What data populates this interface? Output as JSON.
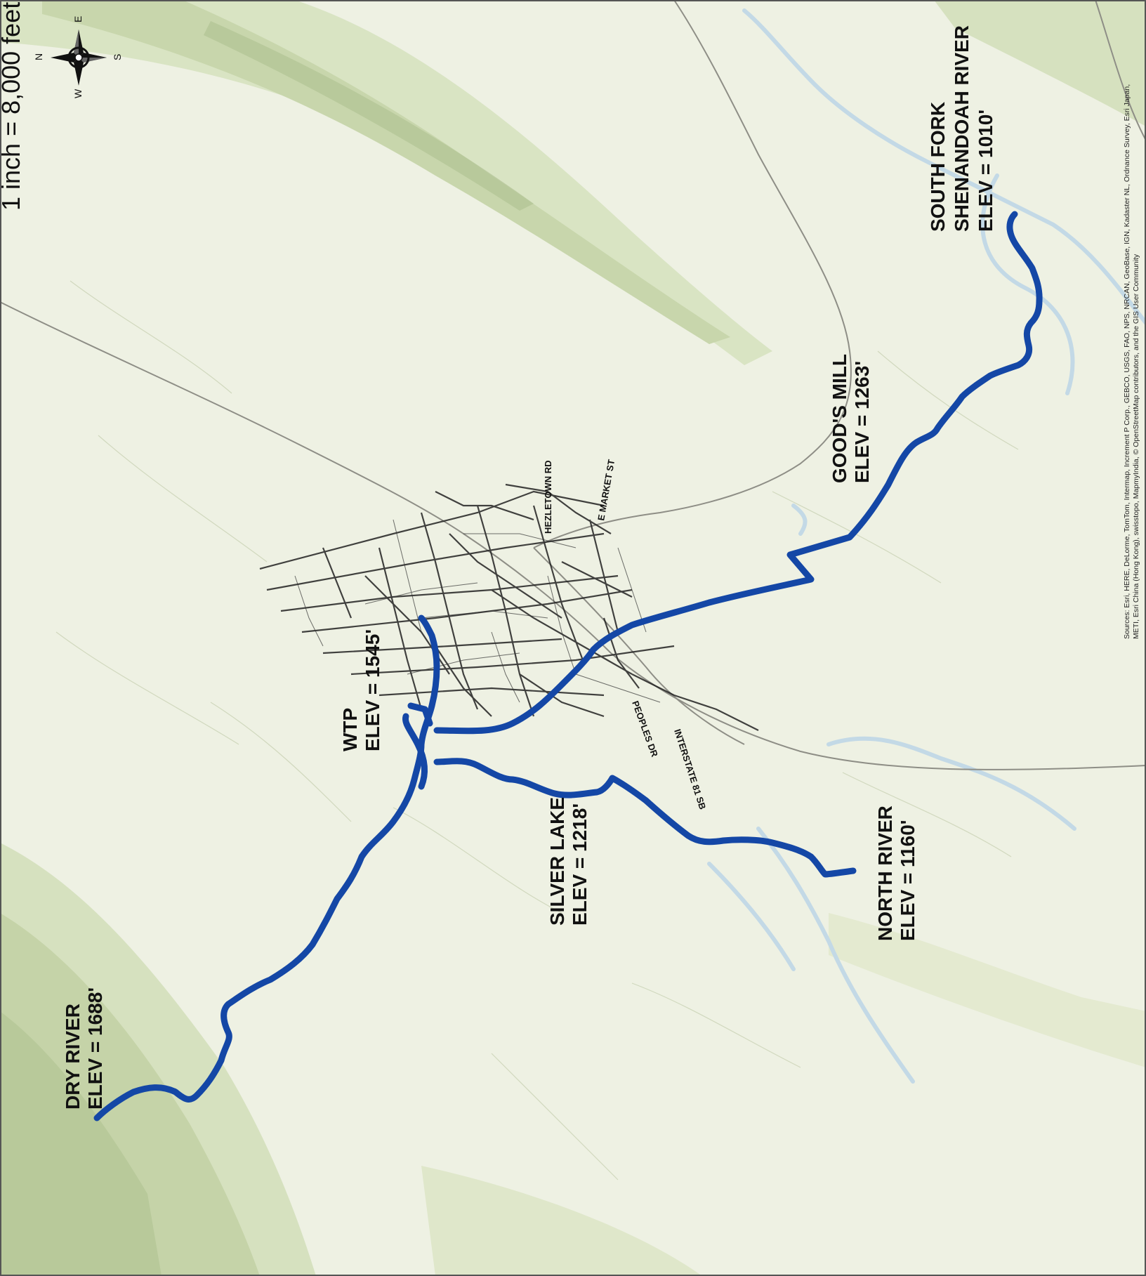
{
  "map": {
    "scale_text": "1 inch = 8,000 feet",
    "compass": {
      "n": "N",
      "e": "E",
      "s": "S",
      "w": "W"
    },
    "labels": {
      "dry_river": {
        "line1": "DRY RIVER",
        "line2": "ELEV = 1688'"
      },
      "wtp": {
        "line1": "WTP",
        "line2": "ELEV = 1545'"
      },
      "silver_lake": {
        "line1": "SILVER LAKE",
        "line2": "ELEV = 1218'"
      },
      "north_river": {
        "line1": "NORTH RIVER",
        "line2": "ELEV = 1160'"
      },
      "goods_mill": {
        "line1": "GOOD'S MILL",
        "line2": "ELEV = 1263'"
      },
      "south_fork": {
        "line1": "SOUTH FORK",
        "line2": "SHENANDOAH RIVER",
        "line3": "ELEV = 1010'"
      }
    },
    "street_labels": [
      "HEZLETOWN RD",
      "E MARKET ST",
      "PEOPLES DR",
      "INTERSTATE 81 SB"
    ],
    "credits": {
      "line1": "Sources: Esri, HERE, DeLorme, TomTom, Intermap, Increment P Corp., GEBCO, USGS, FAO, NPS, NRCAN, GeoBase, IGN, Kadaster NL, Ordnance Survey, Esri Japan,",
      "line2": "METI, Esri China (Hong Kong), swisstopo, MapmyIndia, © OpenStreetMap contributors, and the GIS User Community"
    },
    "colors": {
      "pipeline": "#1447a6",
      "background": "#eef1e3",
      "ridge": "#c9d7b0",
      "river": "#c8dce8",
      "streets": "#222222"
    }
  }
}
